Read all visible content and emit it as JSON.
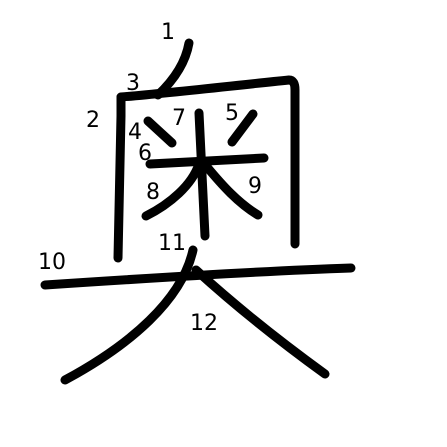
{
  "character": "奧",
  "stroke_labels": [
    "1",
    "2",
    "3",
    "4",
    "5",
    "6",
    "7",
    "8",
    "9",
    "10",
    "11",
    "12"
  ],
  "colors": {
    "stroke": "#000000",
    "background": "#ffffff"
  }
}
